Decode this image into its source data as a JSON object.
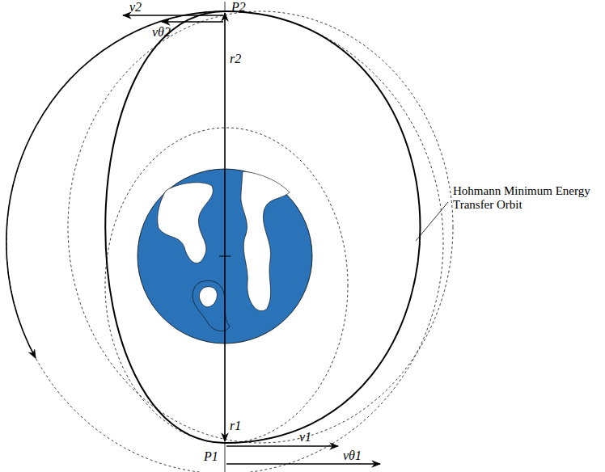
{
  "diagram": {
    "labels": [
      "P2",
      "v2",
      "vθ2",
      "r2",
      "Hohmann Minimum Energy Transfer Orbit",
      "r1",
      "v1",
      "vθ1",
      "P1"
    ]
  }
}
